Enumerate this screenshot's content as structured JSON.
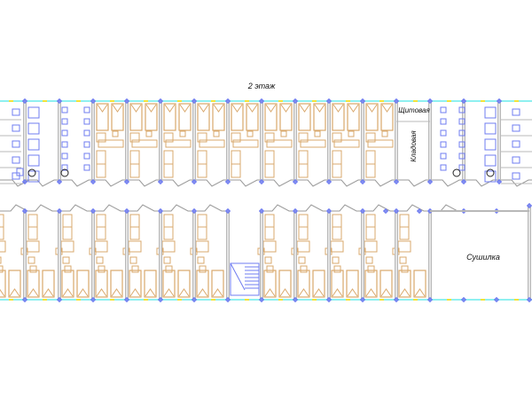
{
  "floor_title": "2 этаж",
  "rooms": {
    "switchboard": "Щитовая",
    "storage": "Кладовая",
    "drying_room": "Сушилка"
  },
  "colors": {
    "wall": "#b8b8b8",
    "furniture": "#d9a86c",
    "plumbing": "#6f7cf0",
    "window_cyan": "#8ff0f0",
    "window_yellow": "#f2e23a",
    "door_line": "#999999"
  }
}
